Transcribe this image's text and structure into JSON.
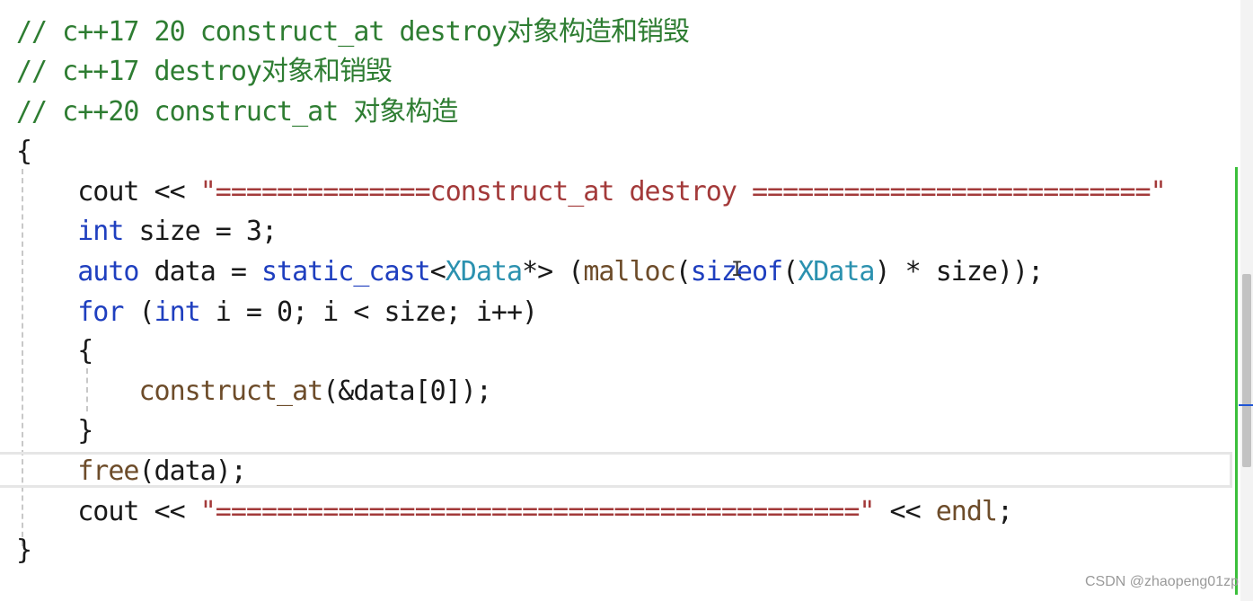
{
  "editor": {
    "lines": [
      {
        "tokens": [
          {
            "text": "// c++17 20 construct_at destroy对象构造和销毁",
            "cls": "comment"
          }
        ]
      },
      {
        "tokens": [
          {
            "text": "// c++17 destroy对象和销毁",
            "cls": "comment"
          }
        ]
      },
      {
        "tokens": [
          {
            "text": "// c++20 construct_at 对象构造",
            "cls": "comment"
          }
        ]
      },
      {
        "tokens": [
          {
            "text": "{",
            "cls": "plain"
          }
        ]
      },
      {
        "tokens": [
          {
            "text": "    cout ",
            "cls": "plain"
          },
          {
            "text": "<< ",
            "cls": "plain"
          },
          {
            "text": "\"==============construct_at destroy ==========================\"",
            "cls": "str"
          }
        ]
      },
      {
        "tokens": [
          {
            "text": "    ",
            "cls": "plain"
          },
          {
            "text": "int",
            "cls": "kw"
          },
          {
            "text": " size = 3;",
            "cls": "plain"
          }
        ]
      },
      {
        "tokens": [
          {
            "text": "    ",
            "cls": "plain"
          },
          {
            "text": "auto",
            "cls": "kw"
          },
          {
            "text": " data = ",
            "cls": "plain"
          },
          {
            "text": "static_cast",
            "cls": "kw"
          },
          {
            "text": "<",
            "cls": "plain"
          },
          {
            "text": "XData",
            "cls": "type"
          },
          {
            "text": "*> (",
            "cls": "plain"
          },
          {
            "text": "malloc",
            "cls": "func"
          },
          {
            "text": "(",
            "cls": "plain"
          },
          {
            "text": "sizeof",
            "cls": "kw"
          },
          {
            "text": "(",
            "cls": "plain"
          },
          {
            "text": "XData",
            "cls": "type"
          },
          {
            "text": ") * size));",
            "cls": "plain"
          }
        ]
      },
      {
        "tokens": [
          {
            "text": "    ",
            "cls": "plain"
          },
          {
            "text": "for",
            "cls": "kw"
          },
          {
            "text": " (",
            "cls": "plain"
          },
          {
            "text": "int",
            "cls": "kw"
          },
          {
            "text": " i = 0; i < size; i++)",
            "cls": "plain"
          }
        ]
      },
      {
        "tokens": [
          {
            "text": "    {",
            "cls": "plain"
          }
        ]
      },
      {
        "tokens": [
          {
            "text": "        ",
            "cls": "plain"
          },
          {
            "text": "construct_at",
            "cls": "func"
          },
          {
            "text": "(&data[0]);",
            "cls": "plain"
          }
        ]
      },
      {
        "tokens": [
          {
            "text": "    }",
            "cls": "plain"
          }
        ]
      },
      {
        "tokens": [
          {
            "text": "    ",
            "cls": "plain"
          },
          {
            "text": "free",
            "cls": "func"
          },
          {
            "text": "(data);",
            "cls": "plain"
          }
        ]
      },
      {
        "tokens": [
          {
            "text": "    cout ",
            "cls": "plain"
          },
          {
            "text": "<< ",
            "cls": "plain"
          },
          {
            "text": "\"==========================================\"",
            "cls": "str"
          },
          {
            "text": " << ",
            "cls": "plain"
          },
          {
            "text": "endl",
            "cls": "func"
          },
          {
            "text": ";",
            "cls": "plain"
          }
        ]
      },
      {
        "tokens": [
          {
            "text": "}",
            "cls": "plain"
          }
        ]
      }
    ]
  },
  "watermark": "CSDN @zhaopeng01zp",
  "colors": {
    "comment": "#2e7d32",
    "keyword": "#1f3fbf",
    "string": "#a33a3a",
    "function": "#6d4c2a",
    "type": "#2b91af",
    "change_bar": "#3bbf3b"
  }
}
